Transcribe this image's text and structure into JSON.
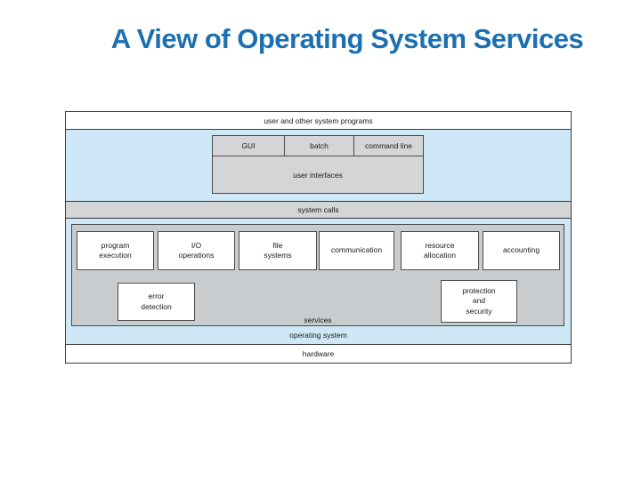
{
  "title": "A View of Operating System Services",
  "colors": {
    "title_blue": "#1C70B0",
    "layer_blue": "#CEE8F8",
    "bar_gray": "#D4D5D7",
    "panel_gray": "#C9CCCE",
    "border": "#3a3a3a"
  },
  "diagram": {
    "top_bar": "user and other system programs",
    "user_interfaces": {
      "cells": [
        "GUI",
        "batch",
        "command line"
      ],
      "label": "user interfaces"
    },
    "system_calls": "system calls",
    "services": {
      "row1": [
        "program\nexecution",
        "I/O\noperations",
        "file\nsystems",
        "communication",
        "resource\nallocation",
        "accounting"
      ],
      "row2": [
        "error\ndetection",
        "protection\nand\nsecurity"
      ],
      "label": "services"
    },
    "operating_system": "operating system",
    "hardware": "hardware"
  }
}
